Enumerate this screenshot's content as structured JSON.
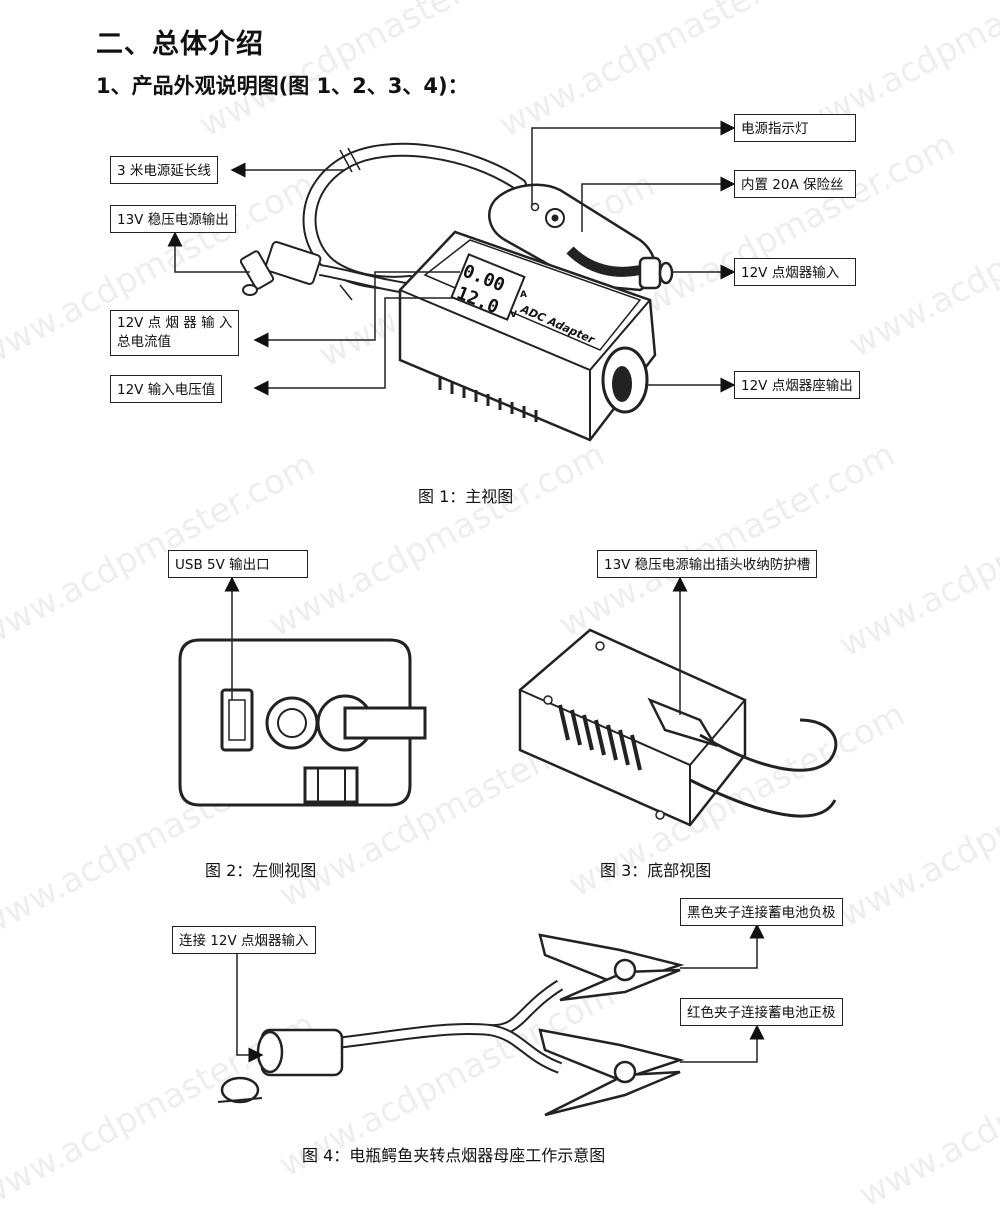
{
  "section_title": "二、总体介绍",
  "subsection_title": "1、产品外观说明图(图 1、2、3、4)：",
  "fig1": {
    "caption": "图 1：主视图",
    "labels": {
      "extension_cord": "3 米电源延长线",
      "regulated_output": "13V 稳压电源输出",
      "input_current": "12V 点 烟 器 输 入\n总电流值",
      "input_voltage": "12V 输入电压值",
      "power_indicator": "电源指示灯",
      "fuse": "内置 20A 保险丝",
      "lighter_input": "12V 点烟器输入",
      "socket_output": "12V 点烟器座输出"
    },
    "display_current": "0.00",
    "display_voltage": "12.0",
    "unit_a": "A",
    "unit_v": "V",
    "device_text": "ADC Adapter"
  },
  "fig2": {
    "caption": "图 2：左侧视图",
    "label_usb": "USB 5V 输出口"
  },
  "fig3": {
    "caption": "图 3：底部视图",
    "label_slot": "13V 稳压电源输出插头收纳防护槽"
  },
  "fig4": {
    "caption": "图 4：电瓶鳄鱼夹转点烟器母座工作示意图",
    "label_input": "连接 12V 点烟器输入",
    "label_black": "黑色夹子连接蓄电池负极",
    "label_red": "红色夹子连接蓄电池正极"
  },
  "watermark": "www.acdpmaster.com"
}
